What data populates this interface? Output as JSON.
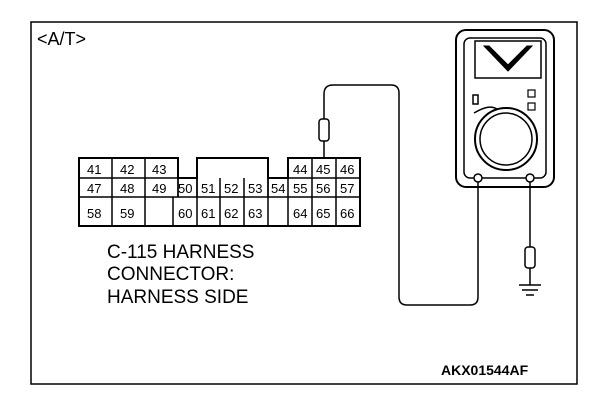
{
  "title": "<A/T>",
  "connector": {
    "caption": [
      "C-115 HARNESS",
      "CONNECTOR:",
      "HARNESS SIDE"
    ],
    "rows": [
      [
        "41",
        "42",
        "43",
        "44",
        "45",
        "46"
      ],
      [
        "47",
        "48",
        "49",
        "50",
        "51",
        "52",
        "53",
        "54",
        "55",
        "56",
        "57"
      ],
      [
        "58",
        "59",
        "60",
        "61",
        "62",
        "63",
        "64",
        "65",
        "66"
      ]
    ]
  },
  "code": "AKX01544AF"
}
